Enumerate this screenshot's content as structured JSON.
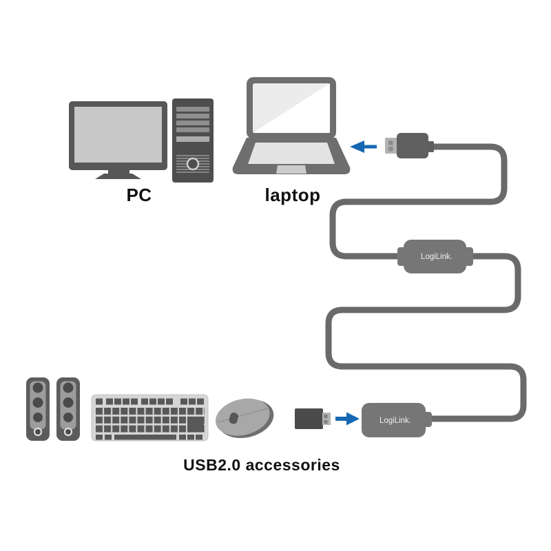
{
  "labels": {
    "pc": "PC",
    "laptop": "laptop",
    "accessories": "USB2.0 accessories"
  },
  "brand": {
    "cable_module": "LogiLink.",
    "hub_module": "LogiLink."
  },
  "colors": {
    "background": "#ffffff",
    "cable": "#6a6a6a",
    "module_gray": "#767676",
    "module_text": "#efefef",
    "device_dark": "#575757",
    "device_mid": "#6e6e6e",
    "screen_light": "#c8c8c8",
    "key_dark": "#585858",
    "metal": "#b3b3b3",
    "arrow_blue": "#1668b2",
    "label_text": "#111111"
  },
  "icons": {
    "pc": "desktop-computer",
    "laptop": "laptop-computer",
    "accessory_speakers": "stereo-speakers",
    "accessory_keyboard": "keyboard",
    "accessory_mouse": "mouse",
    "top_connector": "usb-a-plug",
    "bottom_connector": "usb-a-dongle",
    "top_arrow": "blue-arrow-left",
    "bottom_arrow": "blue-arrow-right",
    "cable": "usb-extension-cable"
  }
}
